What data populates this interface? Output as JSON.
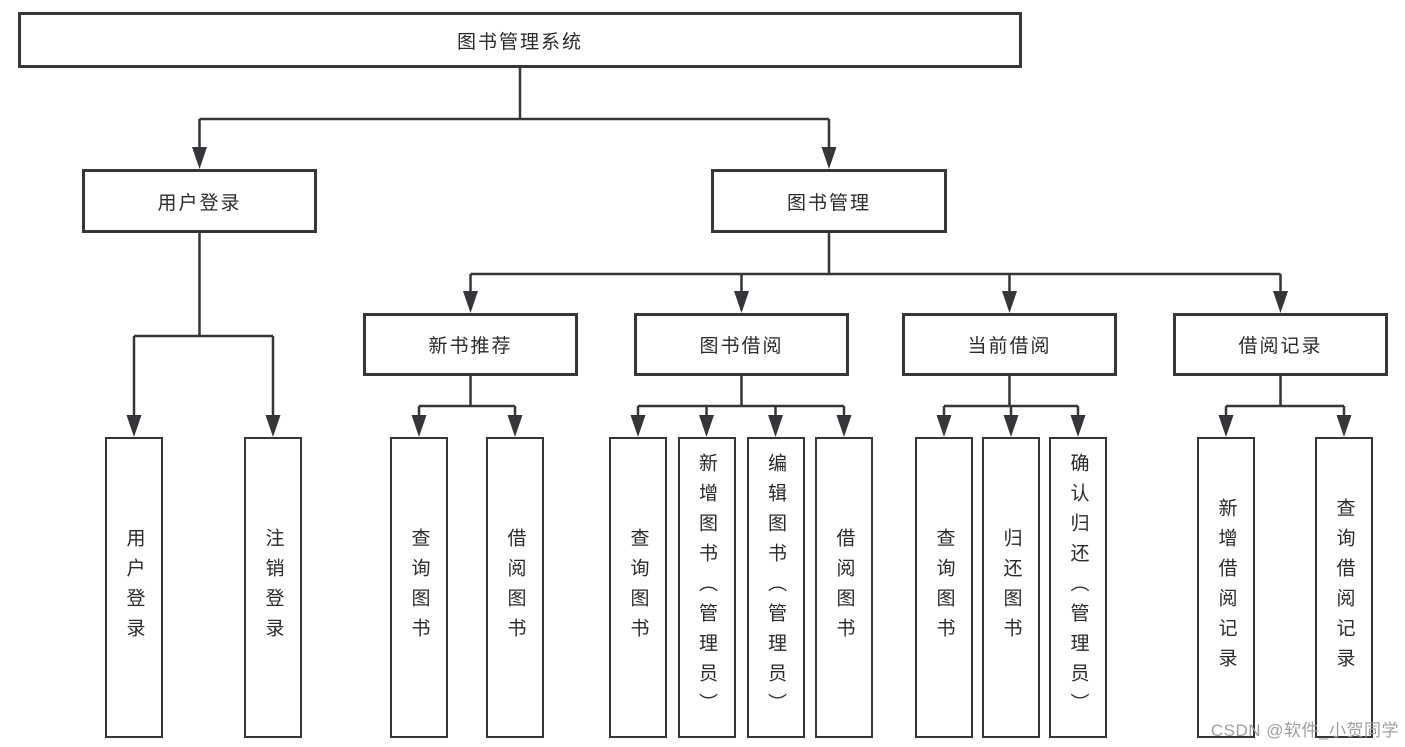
{
  "title": "图书管理系统",
  "colors": {
    "line": "#35353a",
    "box_border": "#35353a",
    "text": "#2a2a2e",
    "watermark": "#9e9e9e",
    "background": "#ffffff"
  },
  "watermark": "CSDN @软件_小贺同学",
  "nodes": {
    "root": "图书管理系统",
    "user_login": "用户登录",
    "book_management": "图书管理",
    "new_book_recommend": "新书推荐",
    "book_borrow": "图书借阅",
    "current_borrow": "当前借阅",
    "borrow_records": "借阅记录",
    "leaf_user_login": "用户登录",
    "leaf_logout": "注销登录",
    "leaf_query_books_recommend": "查询图书",
    "leaf_borrow_books_recommend": "借阅图书",
    "leaf_query_books_borrow": "查询图书",
    "leaf_add_book_admin": "新增图书（管理员）",
    "leaf_edit_book_admin": "编辑图书（管理员）",
    "leaf_borrow_books_borrow": "借阅图书",
    "leaf_query_books_current": "查询图书",
    "leaf_return_books": "归还图书",
    "leaf_confirm_return_admin": "确认归还（管理员）",
    "leaf_add_borrow_record": "新增借阅记录",
    "leaf_query_borrow_record": "查询借阅记录"
  },
  "hierarchy": {
    "label": "图书管理系统",
    "children": [
      {
        "label": "用户登录",
        "children": [
          {
            "label": "用户登录"
          },
          {
            "label": "注销登录"
          }
        ]
      },
      {
        "label": "图书管理",
        "children": [
          {
            "label": "新书推荐",
            "children": [
              {
                "label": "查询图书"
              },
              {
                "label": "借阅图书"
              }
            ]
          },
          {
            "label": "图书借阅",
            "children": [
              {
                "label": "查询图书"
              },
              {
                "label": "新增图书（管理员）"
              },
              {
                "label": "编辑图书（管理员）"
              },
              {
                "label": "借阅图书"
              }
            ]
          },
          {
            "label": "当前借阅",
            "children": [
              {
                "label": "查询图书"
              },
              {
                "label": "归还图书"
              },
              {
                "label": "确认归还（管理员）"
              }
            ]
          },
          {
            "label": "借阅记录",
            "children": [
              {
                "label": "新增借阅记录"
              },
              {
                "label": "查询借阅记录"
              }
            ]
          }
        ]
      }
    ]
  }
}
